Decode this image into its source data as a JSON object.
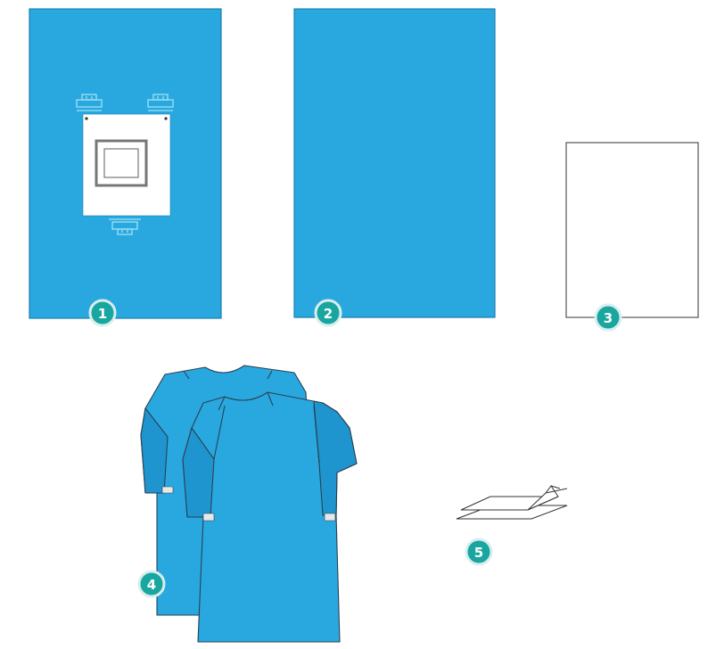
{
  "colors": {
    "drape_blue": "#29a8e0",
    "drape_edge": "#1a7fb0",
    "gown_shade": "#1f95cf",
    "badge_fill": "#1aa6a0",
    "badge_ring": "#d9eeee",
    "outline": "#555555",
    "clip": "#9fe3f3"
  },
  "items": [
    {
      "number": "1",
      "shape": "fenestrated-drape"
    },
    {
      "number": "2",
      "shape": "plain-drape"
    },
    {
      "number": "3",
      "shape": "white-sheet"
    },
    {
      "number": "4",
      "shape": "surgical-gowns"
    },
    {
      "number": "5",
      "shape": "towels"
    }
  ]
}
